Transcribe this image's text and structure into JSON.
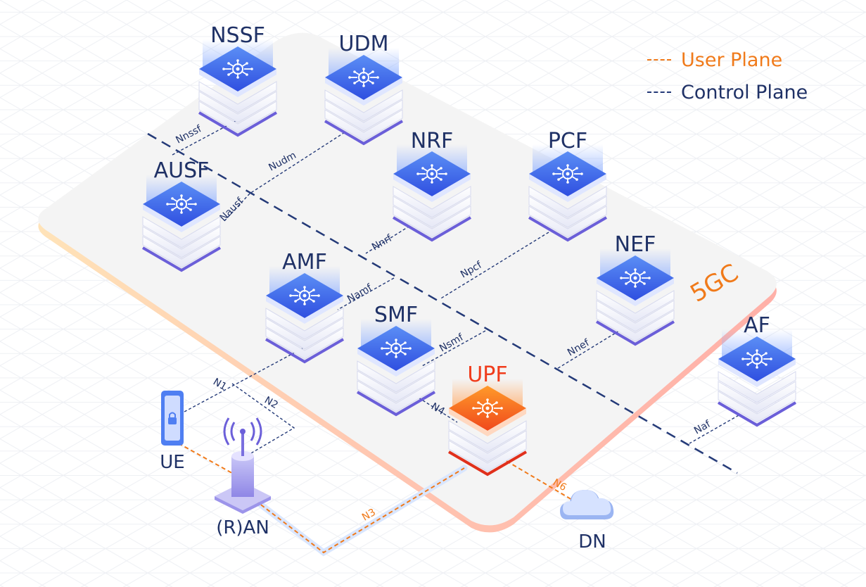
{
  "legend": {
    "user_plane": "User Plane",
    "control_plane": "Control Plane",
    "user_color": "#f07a1a",
    "control_color": "#243a78"
  },
  "zone_label": "5GC",
  "nodes": {
    "nssf": {
      "label": "NSSF",
      "icon": "network-slice-icon"
    },
    "udm": {
      "label": "UDM",
      "icon": "arrows-icon"
    },
    "nrf": {
      "label": "NRF",
      "icon": "globe-icon"
    },
    "pcf": {
      "label": "PCF",
      "icon": "policy-grid-icon"
    },
    "ausf": {
      "label": "AUSF",
      "icon": "arrows-icon"
    },
    "amf": {
      "label": "AMF",
      "icon": "target-arrows-icon"
    },
    "smf": {
      "label": "SMF",
      "icon": "session-path-icon"
    },
    "nef": {
      "label": "NEF",
      "icon": "target-arrows-icon"
    },
    "upf": {
      "label": "UPF",
      "icon": "arrows-icon"
    },
    "af": {
      "label": "AF",
      "icon": "target-arrows-icon"
    },
    "ue": {
      "label": "UE",
      "icon": "phone-icon"
    },
    "ran": {
      "label": "(R)AN",
      "icon": "antenna-icon"
    },
    "dn": {
      "label": "DN",
      "icon": "cloud-icon"
    }
  },
  "interfaces": {
    "nnssf": "Nnssf",
    "nudm": "Nudm",
    "nausf": "Nausf",
    "nnrf": "Nnrf",
    "npcf": "Npcf",
    "namf": "Namf",
    "nsmf": "Nsmf",
    "nnef": "Nnef",
    "naf": "Naf",
    "n1": "N1",
    "n2": "N2",
    "n3": "N3",
    "n4": "N4",
    "n6": "N6"
  }
}
